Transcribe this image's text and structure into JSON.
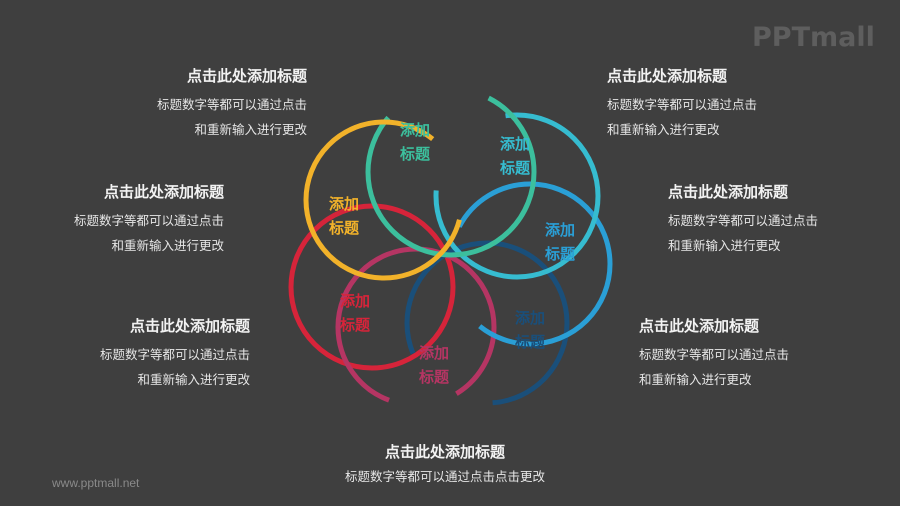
{
  "logo": "PPTmall",
  "footer": "www.pptmall.net",
  "blocks": [
    {
      "title": "点击此处添加标题",
      "line1": "标题数字等都可以通过点击",
      "line2": "和重新输入进行更改"
    },
    {
      "title": "点击此处添加标题",
      "line1": "标题数字等都可以通过点击",
      "line2": "和重新输入进行更改"
    },
    {
      "title": "点击此处添加标题",
      "line1": "标题数字等都可以通过点击",
      "line2": "和重新输入进行更改"
    },
    {
      "title": "点击此处添加标题",
      "line1": "标题数字等都可以通过点击",
      "line2": "和重新输入进行更改"
    },
    {
      "title": "点击此处添加标题",
      "line1": "标题数字等都可以通过点击",
      "line2": "和重新输入进行更改"
    },
    {
      "title": "点击此处添加标题",
      "line1": "标题数字等都可以通过点击",
      "line2": "和重新输入进行更改"
    },
    {
      "title": "点击此处添加标题",
      "line1": "标题数字等都可以通过点击点击更改"
    }
  ],
  "petals": [
    {
      "line1": "添加",
      "line2": "标题",
      "color": "#f2b22a"
    },
    {
      "line1": "添加",
      "line2": "标题",
      "color": "#3cbf9d"
    },
    {
      "line1": "添加",
      "line2": "标题",
      "color": "#36bcd0"
    },
    {
      "line1": "添加",
      "line2": "标题",
      "color": "#2a9fd6"
    },
    {
      "line1": "添加",
      "line2": "标题",
      "color": "#1a4f7a"
    },
    {
      "line1": "添加",
      "line2": "标题",
      "color": "#b53563"
    },
    {
      "line1": "添加",
      "line2": "标题",
      "color": "#d6243a"
    }
  ]
}
